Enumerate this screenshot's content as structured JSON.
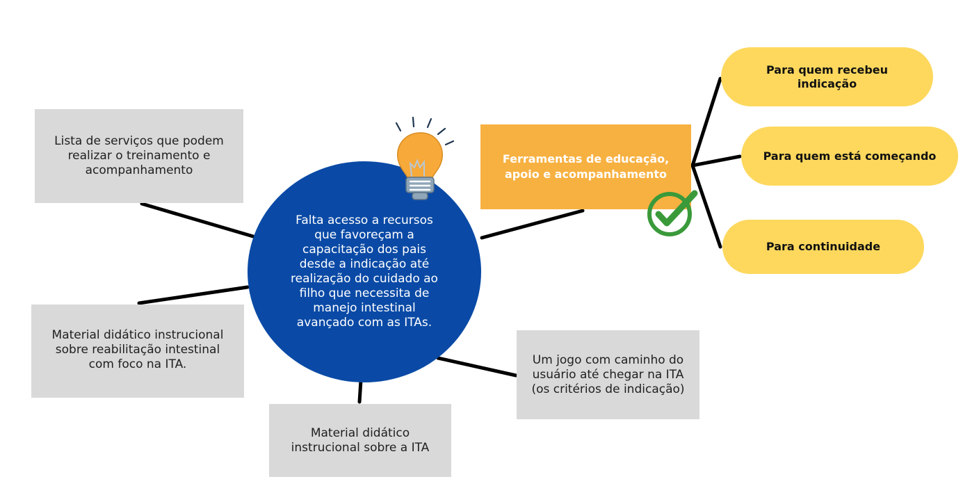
{
  "central_topic": "Falta acesso a recursos que favoreçam a capacitação dos pais desde a indicação até realização do cuidado ao filho que necessita de manejo intestinal avançado com as ITAs.",
  "branches": {
    "services_list": "Lista de serviços que podem\nrealizar o treinamento e\nacompanhamento",
    "rehab_material": "Material didático instrucional\nsobre reabilitação intestinal\ncom foco na ITA.",
    "ita_material": "Material didático\ninstrucional sobre a ITA",
    "game": "Um jogo com caminho do\nusuário até chegar na ITA\n(os critérios de indicação)",
    "tools": "Ferramentas de educação,\napoio e acompanhamento"
  },
  "sub_branches": [
    "Para quem recebeu\nindicação",
    "Para quem está começando",
    "Para continuidade"
  ],
  "icons": [
    "lightbulb-icon",
    "check-circle-icon"
  ],
  "colors": {
    "circle": "#0a4aa6",
    "grey_box": "#d9d9d9",
    "orange_box": "#f7b141",
    "pill": "#fdd85d",
    "check": "#3a9a3a",
    "bulb": "#f7a93a",
    "connector": "#000000"
  }
}
